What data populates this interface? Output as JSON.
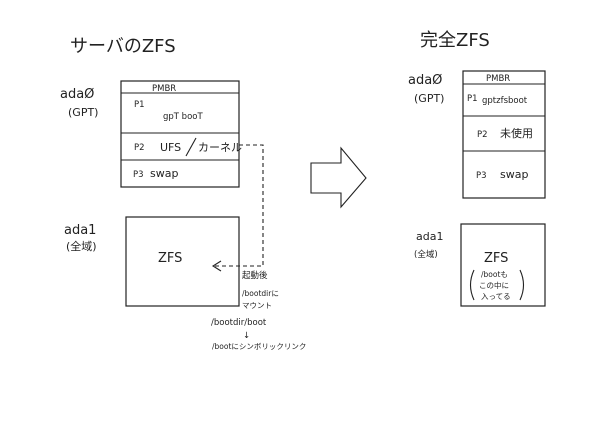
{
  "left": {
    "title": "サーバのZFS",
    "disk0": {
      "name": "adaØ",
      "scheme": "(GPT)",
      "pmbr": "PMBR",
      "p1_id": "P1",
      "p1_content": "gpT booT",
      "p2_id": "P2",
      "p2_content_a": "UFS",
      "p2_content_b": "カーネル",
      "p3_id": "P3",
      "p3_content": "swap"
    },
    "disk1": {
      "name": "ada1",
      "scheme": "(全域)",
      "content": "ZFS"
    },
    "note": {
      "line1": "起動後",
      "line2": "/bootdirに",
      "line3": "マウント",
      "line4": "/bootdir/boot",
      "line5": "↓",
      "line6": "/bootにシンボリックリンク"
    }
  },
  "right": {
    "title": "完全ZFS",
    "disk0": {
      "name": "adaØ",
      "scheme": "(GPT)",
      "pmbr": "PMBR",
      "p1_id": "P1",
      "p1_content": "gptzfsboot",
      "p2_id": "P2",
      "p2_content": "未使用",
      "p3_id": "P3",
      "p3_content": "swap"
    },
    "disk1": {
      "name": "ada1",
      "scheme": "(全域)",
      "content": "ZFS",
      "note_line1": "/bootも",
      "note_line2": "この中に",
      "note_line3": "入ってる"
    }
  }
}
